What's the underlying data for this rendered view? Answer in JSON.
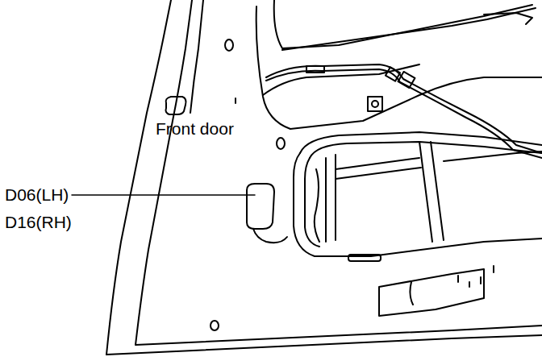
{
  "diagram": {
    "labels": [
      "Front door",
      "D06(LH)",
      "D16(RH)"
    ]
  }
}
